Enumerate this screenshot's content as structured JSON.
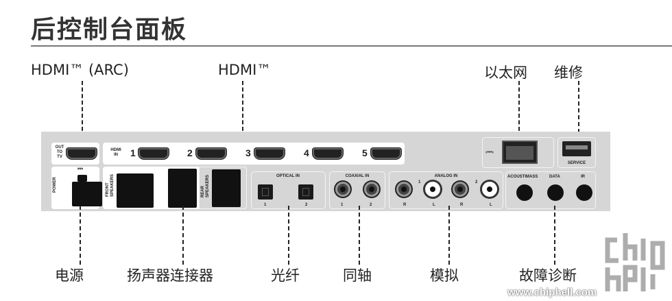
{
  "title": "后控制台面板",
  "top_labels": {
    "hdmi_arc": "HDMI™ (ARC)",
    "hdmi": "HDMI™",
    "ethernet": "以太网",
    "service": "维修"
  },
  "bottom_labels": {
    "power": "电源",
    "speaker_connectors": "扬声器连接器",
    "optical": "光纤",
    "coaxial": "同轴",
    "analog": "模拟",
    "diagnostics": "故障诊断"
  },
  "panel": {
    "out_to_tv": "OUT TO TV",
    "hdmi_in": "HDMI IN",
    "hdmi_ports": [
      "1",
      "2",
      "3",
      "4",
      "5"
    ],
    "power": "POWER",
    "power_symbol": "⎓",
    "front_speakers": "FRONT SPEAKERS",
    "rear_speakers": "REAR SPEAKERS",
    "optical_in": "OPTICAL IN",
    "optical_ports": [
      "1",
      "2"
    ],
    "coaxial_in": "COAXIAL IN",
    "coaxial_ports": [
      "1",
      "2"
    ],
    "analog_in": "ANALOG IN",
    "analog_groups": [
      "1",
      "2"
    ],
    "analog_channels": [
      "R",
      "L",
      "R",
      "L"
    ],
    "network_symbol": "‹•••›",
    "service": "SERVICE",
    "acoustimass": "ACOUSTIMASS",
    "data": "DATA",
    "ir": "IR"
  },
  "watermark": {
    "site": "www.chiphell.com",
    "logo": "chip hell"
  }
}
